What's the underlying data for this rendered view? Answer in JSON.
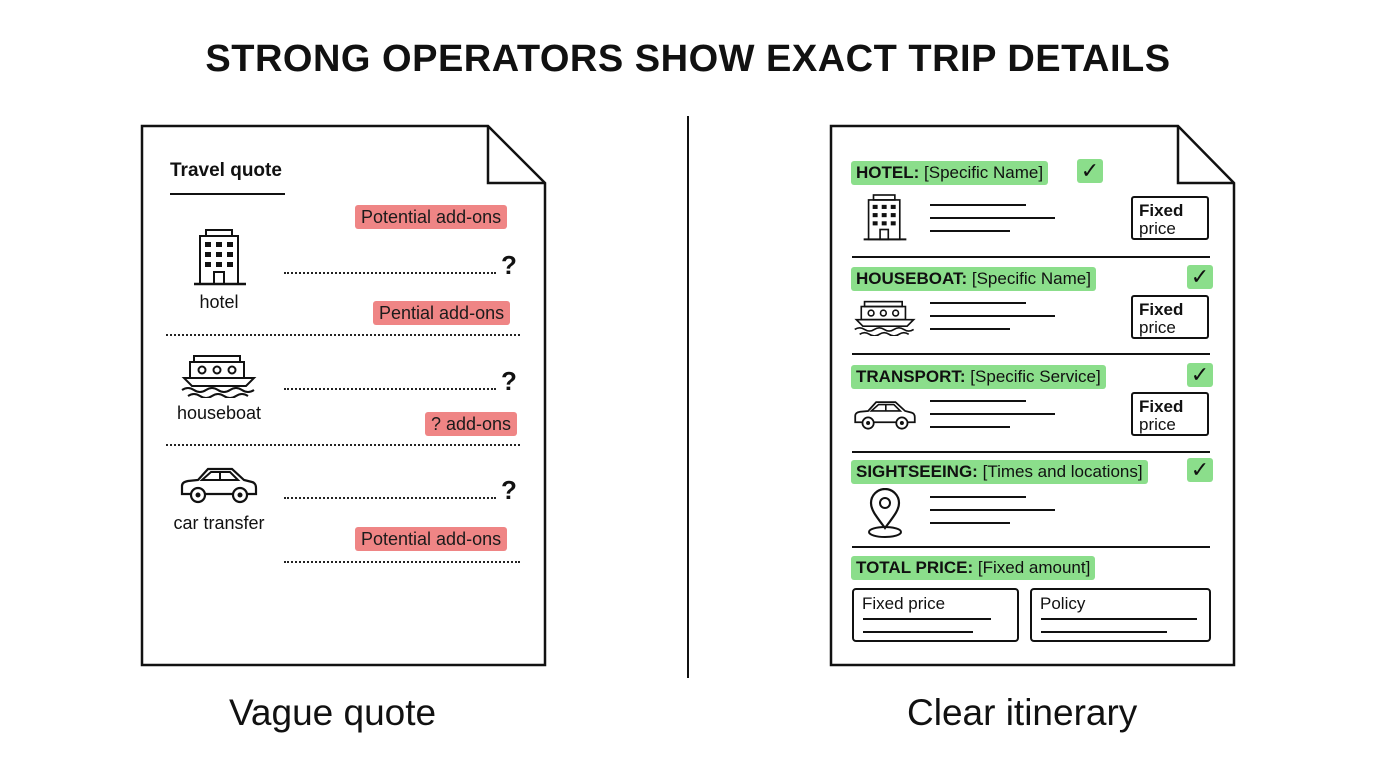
{
  "title": "STRONG OPERATORS SHOW EXACT TRIP DETAILS",
  "left": {
    "doc_title": "Travel quote",
    "tags": [
      "Potential add-ons",
      "Pential add-ons",
      "? add-ons",
      "Potential add-ons"
    ],
    "question_mark": "?",
    "items": [
      {
        "label": "hotel",
        "icon": "hotel-icon"
      },
      {
        "label": "houseboat",
        "icon": "houseboat-icon"
      },
      {
        "label": "car transfer",
        "icon": "car-icon"
      }
    ],
    "caption": "Vague quote"
  },
  "right": {
    "sections": [
      {
        "key": "HOTEL:",
        "value": "[Specific Name]",
        "icon": "hotel-icon",
        "box_line1": "Fixed",
        "box_line2": "price"
      },
      {
        "key": "HOUSEBOAT:",
        "value": "[Specific Name]",
        "icon": "houseboat-icon",
        "box_line1": "Fixed",
        "box_line2": "price"
      },
      {
        "key": "TRANSPORT:",
        "value": "[Specific Service]",
        "icon": "car-icon",
        "box_line1": "Fixed",
        "box_line2": "price"
      },
      {
        "key": "SIGHTSEEING:",
        "value": "[Times and locations]",
        "icon": "location-pin-icon"
      }
    ],
    "check": "✓",
    "total": {
      "key": "TOTAL PRICE:",
      "value": "[Fixed amount]"
    },
    "boxes": [
      "Fixed price",
      "Policy"
    ],
    "caption": "Clear itinerary"
  },
  "colors": {
    "red_tag": "#ef8585",
    "green_tag": "#8bde8b"
  }
}
